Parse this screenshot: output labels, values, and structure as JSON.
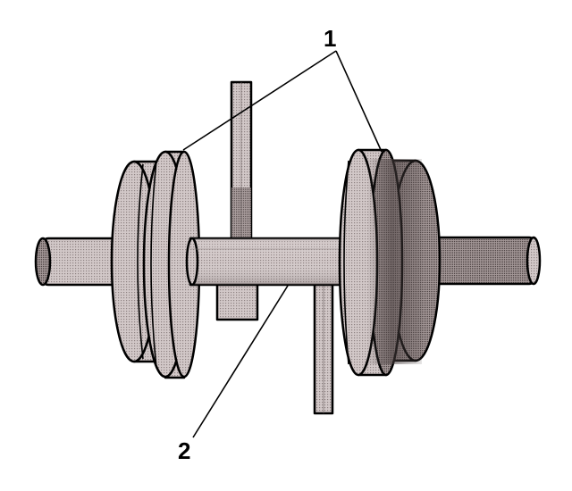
{
  "diagram": {
    "callouts": [
      {
        "id": "1",
        "text": "1"
      },
      {
        "id": "2",
        "text": "2"
      }
    ]
  },
  "colors": {
    "body": "#c7bcbc",
    "body_light": "#ddd3d3",
    "body_dark": "#9c8f8f",
    "dense": "#7a6e6e",
    "outline": "#000000"
  }
}
